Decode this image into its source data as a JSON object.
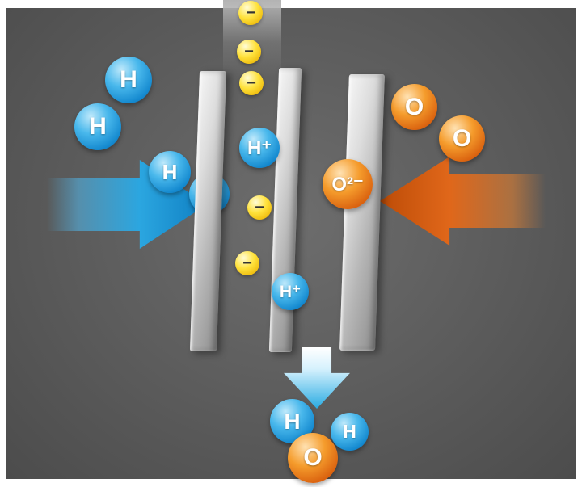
{
  "figure": {
    "kind": "fuel-cell-membrane-diagram",
    "background_color": "#5b5b5b",
    "frame_color": "#ffffff"
  },
  "labels": {
    "hydrogen": "H",
    "proton": "H⁺",
    "electron": "−",
    "oxygen": "O",
    "oxide_ion": "O²⁻"
  },
  "colors": {
    "hydrogen_blue": "#1b95d4",
    "oxygen_orange": "#e0671a",
    "electron_yellow": "#ffd92b",
    "membrane_gray": "#cfcfcf",
    "water_arrow_blue": "#29abe2"
  },
  "counts": {
    "membrane_plates": 3,
    "electrons": 5,
    "hydrogen_atoms_in": 4,
    "protons_crossing": 2,
    "oxygen_atoms_in": 2,
    "oxide_ions": 1,
    "water_hydrogen_atoms": 2,
    "water_oxygen_atoms": 1
  }
}
